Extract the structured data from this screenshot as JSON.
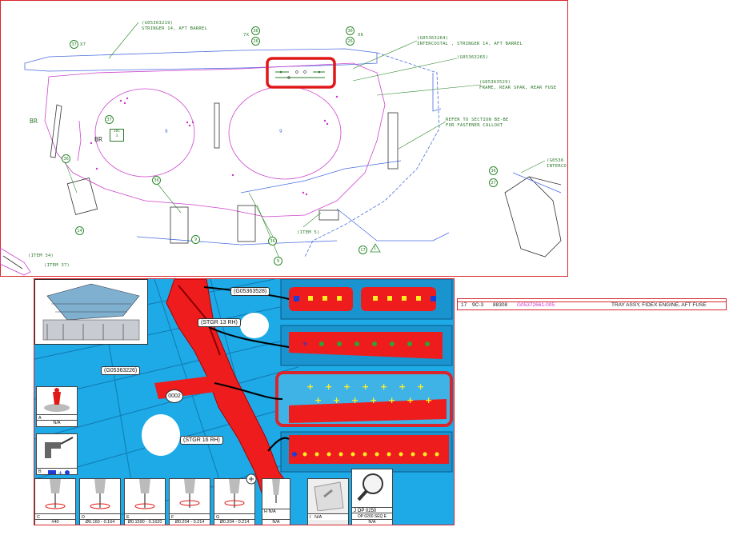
{
  "drawing": {
    "callouts": {
      "stringer14": "(G05363219)\nSTRINGER 14, AFT BARREL",
      "intercostal": "(G05363264)\nINTERCOSTAL , STRINGER 14, AFT BARREL",
      "part_265": "(G05363265)",
      "frame_rear": "(G05363529)\nFRAME, REAR SPAR, REAR FUSE",
      "refer_section": "REFER TO SECTION BE-BE\nFOR FASTENER CALLOUT",
      "item5": "(ITEM 5)",
      "item34": "(ITEM 34)",
      "item37": "(ITEM 37)",
      "right_partial": "(G0536\nINTERCO"
    },
    "bubbles": {
      "b37_top": "37",
      "x7": "X7",
      "b36_top": "36",
      "b26_top": "26",
      "x7b": "7X",
      "b36_right": "36",
      "b26_right": "26",
      "x6": "X6",
      "b37_left": "37",
      "b36_left": "36",
      "b14": "14",
      "b36_bottom": "36",
      "b9_a": "9",
      "b36_b": "36",
      "b9_b": "9",
      "b17": "17",
      "b36_far": "36",
      "b27_far": "27"
    },
    "markers": {
      "br1": "BR",
      "br2": "BR",
      "box_label": "10C\n3",
      "nine_a": "9",
      "nine_b": "9",
      "triangle": "1"
    }
  },
  "work_view": {
    "labels": {
      "g05363528": "(G05363528)",
      "stgr13": "(STGR 13 RH)",
      "g05363226": "(G05363226)",
      "zone_0002": "0002",
      "stgr16": "(STGR 16 RH)"
    },
    "tools": [
      {
        "letter": "A",
        "caption": "N/A"
      },
      {
        "letter": "B",
        "caption": ""
      },
      {
        "letter": "C",
        "caption": "#40"
      },
      {
        "letter": "D",
        "caption": "Ø0.160 - 0.164"
      },
      {
        "letter": "E",
        "caption": "Ø0.1590 - 0.1620"
      },
      {
        "letter": "F",
        "caption": "Ø0.204 - 0.214"
      },
      {
        "letter": "G",
        "caption": "Ø0.204 - 0.214"
      },
      {
        "letter": "H",
        "caption": "N/A",
        "sub": "N/A"
      },
      {
        "letter": "I",
        "caption": "N/A"
      },
      {
        "letter": "J",
        "caption": "OP 0250",
        "sub": "OP 0200 SEQ E",
        "caption2": "N/A"
      }
    ]
  },
  "parts_list": {
    "item": "17",
    "code": "9C-3",
    "cage": "88308",
    "part_number": "G05372661-005",
    "description": "TRAY ASSY, FIDEX ENGINE, AFT FUSE"
  },
  "colors": {
    "frame_border": "#d8262c",
    "panel_blue": "#1eaae6",
    "highlight_red": "#ee1c1c",
    "callout_green": "#2d7a2d",
    "fastener_yellow": "#ffee22"
  }
}
